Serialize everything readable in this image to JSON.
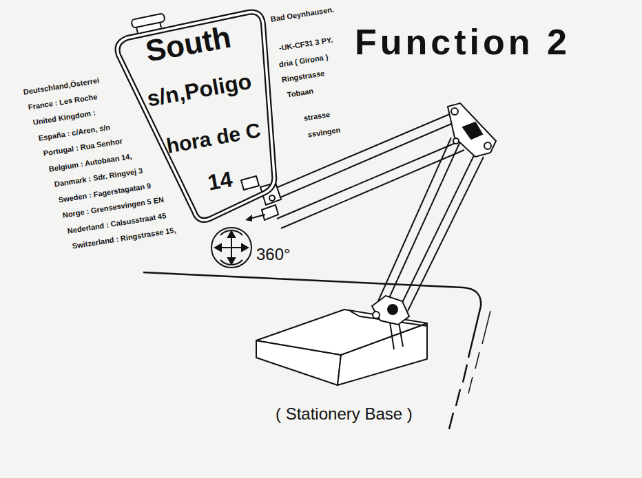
{
  "diagram": {
    "title": "Function 2",
    "caption": "( Stationery Base )",
    "labels": [
      "360°",
      "South",
      "s/n,Poligo",
      "hora de C",
      "14",
      "Deutschland,Österrei",
      "France : Les Roche",
      "United Kingdom :",
      "España : c/Aren, s/n",
      "Portugal : Rua Senhor",
      "Belgium : Autobaan 14,",
      "Danmark : Sdr. Ringvej 3",
      "Sweden : Fagerstagatan 9",
      "Norge : Grensesvingen 5 EN",
      "Nederland : Calsusstraat 45",
      "Switzerland : Ringstrasse 15,",
      "Bad Oeynhausen.",
      "-UK-CF31 3 PY.",
      "dria ( Girona )",
      "Ringstrasse",
      "Tobaan",
      "strasse",
      "ssvingen"
    ]
  }
}
